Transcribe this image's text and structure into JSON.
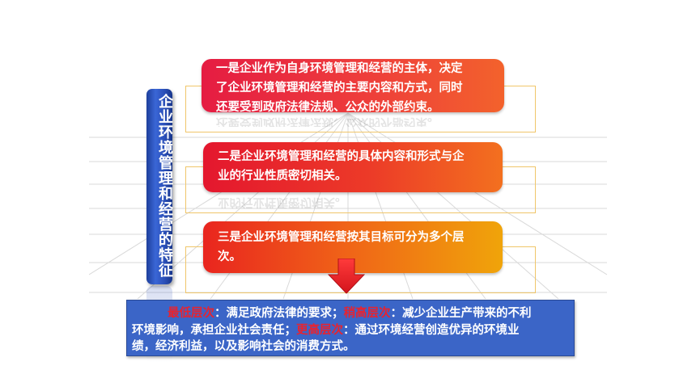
{
  "sidebar": {
    "title": "企业环境管理和经营的特征"
  },
  "points": [
    {
      "lines": [
        "一是企业作为自身环境管理和经营的主体，决定",
        "了企业环境管理和经营的主要内容和方式，同时",
        "还要受到政府法律法规、公众的外部约束。"
      ]
    },
    {
      "lines": [
        "二是企业环境管理和经营的具体内容和形式与企",
        "业的行业性质密切相关。"
      ]
    },
    {
      "lines": [
        "三是企业环境管理和经营按其目标可分为多个层",
        "次。"
      ]
    }
  ],
  "levels": {
    "lowest_label": "最低层次",
    "lowest_text": "：满足政府法律的要求；",
    "higher_label": "稍高层次",
    "higher_text_a": "：减少企业生产带来的不利",
    "higher_text_b": "环境影响，承担企业社会责任；",
    "highest_label": "更高层次",
    "highest_text_a": "：通过环境经营创造优异的环境业",
    "highest_text_b": "绩，经济利益，以及影响社会的消费方式。"
  },
  "colors": {
    "sidebar_blue": "#2a4fb8",
    "frame_gold": "#f0c66a",
    "highlight_red": "#e8232f",
    "bottom_box_blue": "#3b65c7",
    "arrow_red": "#e8232f"
  },
  "icons": {
    "arrow": "down-arrow-icon"
  }
}
